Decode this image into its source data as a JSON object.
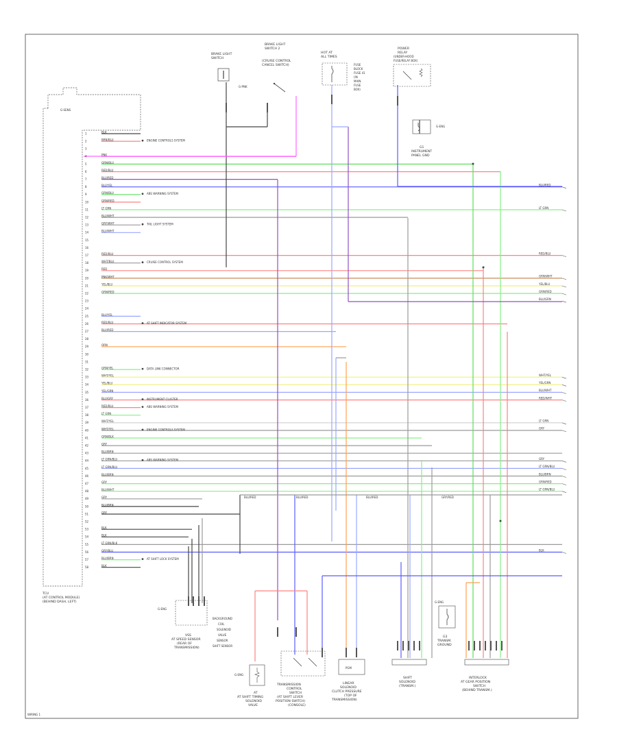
{
  "module": {
    "caption": [
      "TCU",
      "(AT CONTROL MODULE)",
      "(BEHIND DASH, LEFT)"
    ],
    "inner_label": "G-SENS"
  },
  "pins": [
    {
      "num": "1",
      "wire": "BLK"
    },
    {
      "num": "2",
      "wire": "BRN/BLU",
      "note": "ENGINE CONTROLS SYSTEM"
    },
    {
      "num": "3",
      "wire": ""
    },
    {
      "num": "4",
      "wire": "PNK"
    },
    {
      "num": "5",
      "wire": "GRN/BLU"
    },
    {
      "num": "6",
      "wire": "RED/BLU"
    },
    {
      "num": "7",
      "wire": "BLU/RED"
    },
    {
      "num": "8",
      "wire": "BLU/YEL"
    },
    {
      "num": "9",
      "wire": "GRN/BLU",
      "note": "ABS WARNING SYSTEM"
    },
    {
      "num": "10",
      "wire": "GRN/RED"
    },
    {
      "num": "11",
      "wire": "LT GRN"
    },
    {
      "num": "12",
      "wire": "BLU/WHT"
    },
    {
      "num": "13",
      "wire": "GRY/WHT",
      "note": "TAIL LIGHT SYSTEM"
    },
    {
      "num": "14",
      "wire": "BLU/WHT"
    },
    {
      "num": "15",
      "wire": ""
    },
    {
      "num": "16",
      "wire": ""
    },
    {
      "num": "17",
      "wire": "RED/BLU"
    },
    {
      "num": "18",
      "wire": "WHT/BLU",
      "note": "CRUISE CONTROL SYSTEM"
    },
    {
      "num": "19",
      "wire": "RED"
    },
    {
      "num": "20",
      "wire": "PNK/WHT"
    },
    {
      "num": "21",
      "wire": "YEL/BLU"
    },
    {
      "num": "22",
      "wire": "GRN/RED"
    },
    {
      "num": "23",
      "wire": ""
    },
    {
      "num": "24",
      "wire": ""
    },
    {
      "num": "25",
      "wire": "BLU/YEL"
    },
    {
      "num": "26",
      "wire": "RED/BLU",
      "note": "AT SHIFT INDICATOR SYSTEM"
    },
    {
      "num": "27",
      "wire": "BLU/RED"
    },
    {
      "num": "28",
      "wire": ""
    },
    {
      "num": "29",
      "wire": "ORN"
    },
    {
      "num": "30",
      "wire": ""
    },
    {
      "num": "31",
      "wire": ""
    },
    {
      "num": "32",
      "wire": "GRN/YEL",
      "note": "DATA LINK CONNECTOR"
    },
    {
      "num": "33",
      "wire": "WHT/YEL"
    },
    {
      "num": "34",
      "wire": "YEL/BLU"
    },
    {
      "num": "35",
      "wire": "YEL/GRN"
    },
    {
      "num": "36",
      "wire": "BLU/GRY",
      "note": "INSTRUMENT CLUSTER"
    },
    {
      "num": "37",
      "wire": "RED/BLU",
      "note": "ABS WARNING SYSTEM"
    },
    {
      "num": "38",
      "wire": "LT GRN"
    },
    {
      "num": "39",
      "wire": "WHT/YEL"
    },
    {
      "num": "40",
      "wire": "WHT/YEL",
      "note": "ENGINE CONTROLS SYSTEM"
    },
    {
      "num": "41",
      "wire": "GRN/BLK"
    },
    {
      "num": "42",
      "wire": "GRY"
    },
    {
      "num": "43",
      "wire": "BLU/BRN"
    },
    {
      "num": "44",
      "wire": "LT GRN/BLU",
      "note": "ABS WARNING SYSTEM"
    },
    {
      "num": "45",
      "wire": "LT GRN/BLU"
    },
    {
      "num": "46",
      "wire": "BLU/BRN"
    },
    {
      "num": "47",
      "wire": "GRY"
    },
    {
      "num": "48",
      "wire": "BLU/WHT"
    },
    {
      "num": "49",
      "wire": "GRY"
    },
    {
      "num": "50",
      "wire": "BLU/BRN"
    },
    {
      "num": "51",
      "wire": "GRY"
    },
    {
      "num": "52",
      "wire": ""
    },
    {
      "num": "53",
      "wire": "BLK"
    },
    {
      "num": "54",
      "wire": "BLK"
    },
    {
      "num": "55",
      "wire": "LT GRN/BLK"
    },
    {
      "num": "56",
      "wire": "GRY/BLU"
    },
    {
      "num": "57",
      "wire": "BLU/BRN",
      "note": "AT SHIFT LOCK SYSTEM"
    },
    {
      "num": "58",
      "wire": "BLK"
    }
  ],
  "right_labels": [
    "BLU/RED",
    "LT GRN",
    "RED/BLU",
    "GRN/WHT",
    "YEL/BLU",
    "GRN/RED",
    "BLU/GRN",
    "BLU/WHT",
    "WHT/YEL",
    "YEL/GRN",
    "LT GRN",
    "RED/WHT",
    "GRY",
    "LT GRN/BLU",
    "BLU/BRN",
    "GRY",
    "GRN/RED",
    "LT GRN/BLU",
    "BLK"
  ],
  "components": {
    "brake_light": {
      "title": [
        "BRAKE LIGHT",
        "SWITCH"
      ],
      "tag": "G-PNK"
    },
    "brake_light2": {
      "title": [
        "BRAKE LIGHT",
        "SWITCH 2"
      ],
      "sub": [
        "(CRUISE CONTROL",
        "CANCEL SWITCH)"
      ]
    },
    "hot_fuse": {
      "title": [
        "HOT AT",
        "ALL TIMES"
      ],
      "desc": [
        "FUSE",
        "BLOCK",
        "FUSE 41",
        "(IN",
        "MAIN",
        "FUSE",
        "BOX)"
      ]
    },
    "power_relay": {
      "title": [
        "POWER",
        "RELAY"
      ],
      "sub": [
        "(UNDER-HOOD",
        "FUSE/RELAY BOX)"
      ]
    },
    "left_ground": {
      "tag": "G-ENG",
      "title": [
        "G1",
        "INSTRUMENT",
        "PANEL GND"
      ]
    },
    "speed_sensor": {
      "tag": "G-ENG",
      "title": [
        "VSS",
        "AT SPEED SENSOR",
        "(REAR OF",
        "TRANSMISSION)"
      ],
      "desc": [
        "BACKGROUND",
        "COIL",
        "SOLENOID",
        "VALVE",
        "SENSOR",
        "SHIFT SENSOR"
      ]
    },
    "bottom1": {
      "tag": "G-ENG",
      "title": [
        "AT",
        "AT SHIFT TIMING",
        "SOLENOID",
        "VALVE"
      ]
    },
    "bottom2": {
      "title": [
        "TRANSMISSION",
        "CONTROL",
        "SWITCH",
        "(AT SHIFT LEVER",
        "POSITION SWITCH)",
        "(CONSOLE)"
      ]
    },
    "bottom3": {
      "tag": "PGM",
      "title": [
        "LINEAR",
        "SOLENOID",
        "CLUTCH PRESSURE",
        "(TOP OF",
        "TRANSMISSION)"
      ]
    },
    "bottom4": {
      "title": [
        "SHIFT",
        "SOLENOID",
        "(TRANSM.)"
      ]
    },
    "bottom5": {
      "tag": "G-ENG",
      "title": [
        "G3",
        "TRANSM.",
        "GROUND"
      ]
    },
    "bottom6": {
      "title": [
        "INTERLOCK",
        "AT GEAR POSITION",
        "SWITCH",
        "(BEHIND TRANSM.)"
      ]
    }
  },
  "mid_labels": [
    "BLU/RED",
    "BLU/RED",
    "BLU/RED",
    "GRY/RED"
  ],
  "footer": "WIRING 1"
}
